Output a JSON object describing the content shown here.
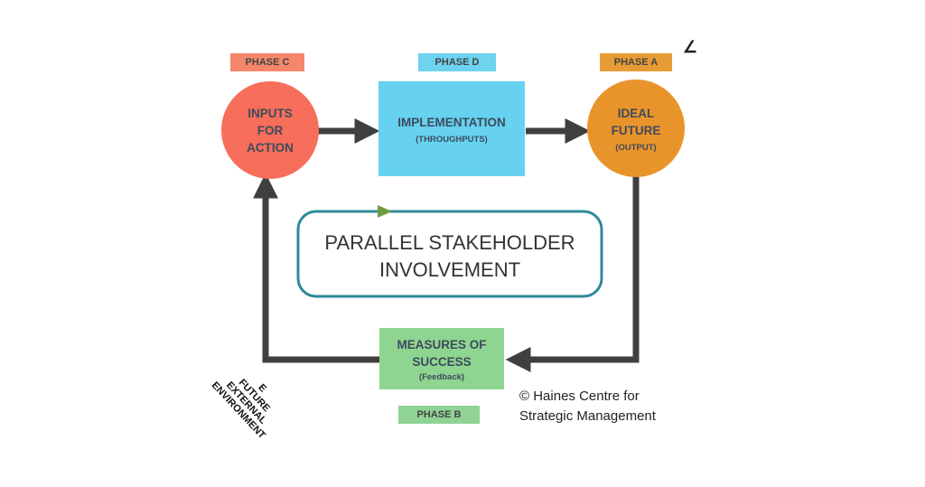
{
  "phases": {
    "c": {
      "label": "PHASE C",
      "color": "#f4876b"
    },
    "d": {
      "label": "PHASE D",
      "color": "#6dd3ef"
    },
    "a": {
      "label": "PHASE A",
      "color": "#e79b34"
    },
    "b": {
      "label": "PHASE B",
      "color": "#8fd395"
    }
  },
  "nodes": {
    "inputs": {
      "title": "INPUTS\nFOR\nACTION",
      "color": "#f76e5a"
    },
    "implementation": {
      "title": "IMPLEMENTATION",
      "sub": "(THROUGHPUTS)",
      "color": "#66d2f0"
    },
    "ideal_future": {
      "title": "IDEAL\nFUTURE",
      "sub": "(OUTPUT)",
      "color": "#e9942a"
    },
    "measures": {
      "title": "MEASURES OF\nSUCCESS",
      "sub": "(Feedback)",
      "color": "#8fd592"
    }
  },
  "center": {
    "text": "PARALLEL STAKEHOLDER\nINVOLVEMENT",
    "frame_color": "#2f8a9b",
    "arrow_color": "#6e9d3f"
  },
  "environment": {
    "text": "E\nFUTURE\nEXTERNAL\nENVIRONMENT"
  },
  "credit": {
    "text": "© Haines Centre for\nStrategic Management"
  },
  "corner_mark": "∠",
  "colors": {
    "flow_arrow": "#3f3f3f"
  }
}
